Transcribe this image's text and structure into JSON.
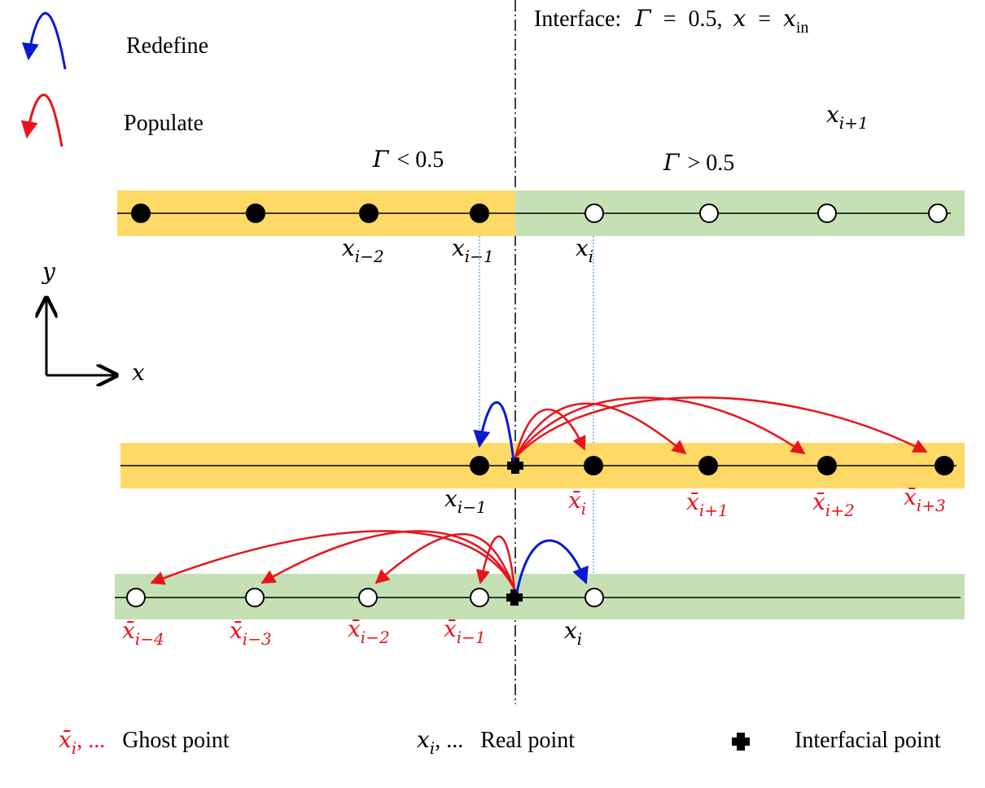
{
  "colors": {
    "gas_band": "#ffd966",
    "liquid_band": "#c5e0b4",
    "redefine_arrow": "#0a1ad2",
    "populate_arrow": "#e8141c",
    "ghost_label": "#e8141c",
    "text": "#000000"
  },
  "legend_top": {
    "redefine": "Redefine",
    "populate": "Populate"
  },
  "interface": {
    "label": "Interface:",
    "gamma_symbol": "Γ",
    "eq": "=",
    "value": "0.5,",
    "x_symbol": "x",
    "xin_base": "x",
    "xin_sub": "in"
  },
  "region_labels": {
    "gamma_symbol": "Γ",
    "left": "< 0.5",
    "right": "> 0.5",
    "stray_base": "x",
    "stray_sub": "i+1"
  },
  "axes": {
    "y": "y",
    "x": "x"
  },
  "row1_labels": [
    {
      "base": "x",
      "sub": "i−2"
    },
    {
      "base": "x",
      "sub": "i−1"
    },
    {
      "base": "x",
      "sub": "i"
    }
  ],
  "row2_labels": [
    {
      "base": "x",
      "sub": "i−1",
      "ghost": false
    },
    {
      "base": "x̄",
      "sub": "i",
      "ghost": true
    },
    {
      "base": "x̄",
      "sub": "i+1",
      "ghost": true
    },
    {
      "base": "x̄",
      "sub": "i+2",
      "ghost": true
    },
    {
      "base": "x̄",
      "sub": "i+3",
      "ghost": true
    }
  ],
  "row3_labels": [
    {
      "base": "x̄",
      "sub": "i−4",
      "ghost": true
    },
    {
      "base": "x̄",
      "sub": "i−3",
      "ghost": true
    },
    {
      "base": "x̄",
      "sub": "i−2",
      "ghost": true
    },
    {
      "base": "x̄",
      "sub": "i−1",
      "ghost": true
    },
    {
      "base": "x",
      "sub": "i",
      "ghost": false
    }
  ],
  "legend_bottom": {
    "ghost_sym_base": "x̄",
    "ghost_sym_sub": "i",
    "ghost_ellipsis": ", ...",
    "ghost_text": "Ghost point",
    "real_sym_base": "x",
    "real_sym_sub": "i",
    "real_ellipsis": ", ...",
    "real_text": "Real point",
    "interfacial_text": "Interfacial point"
  }
}
